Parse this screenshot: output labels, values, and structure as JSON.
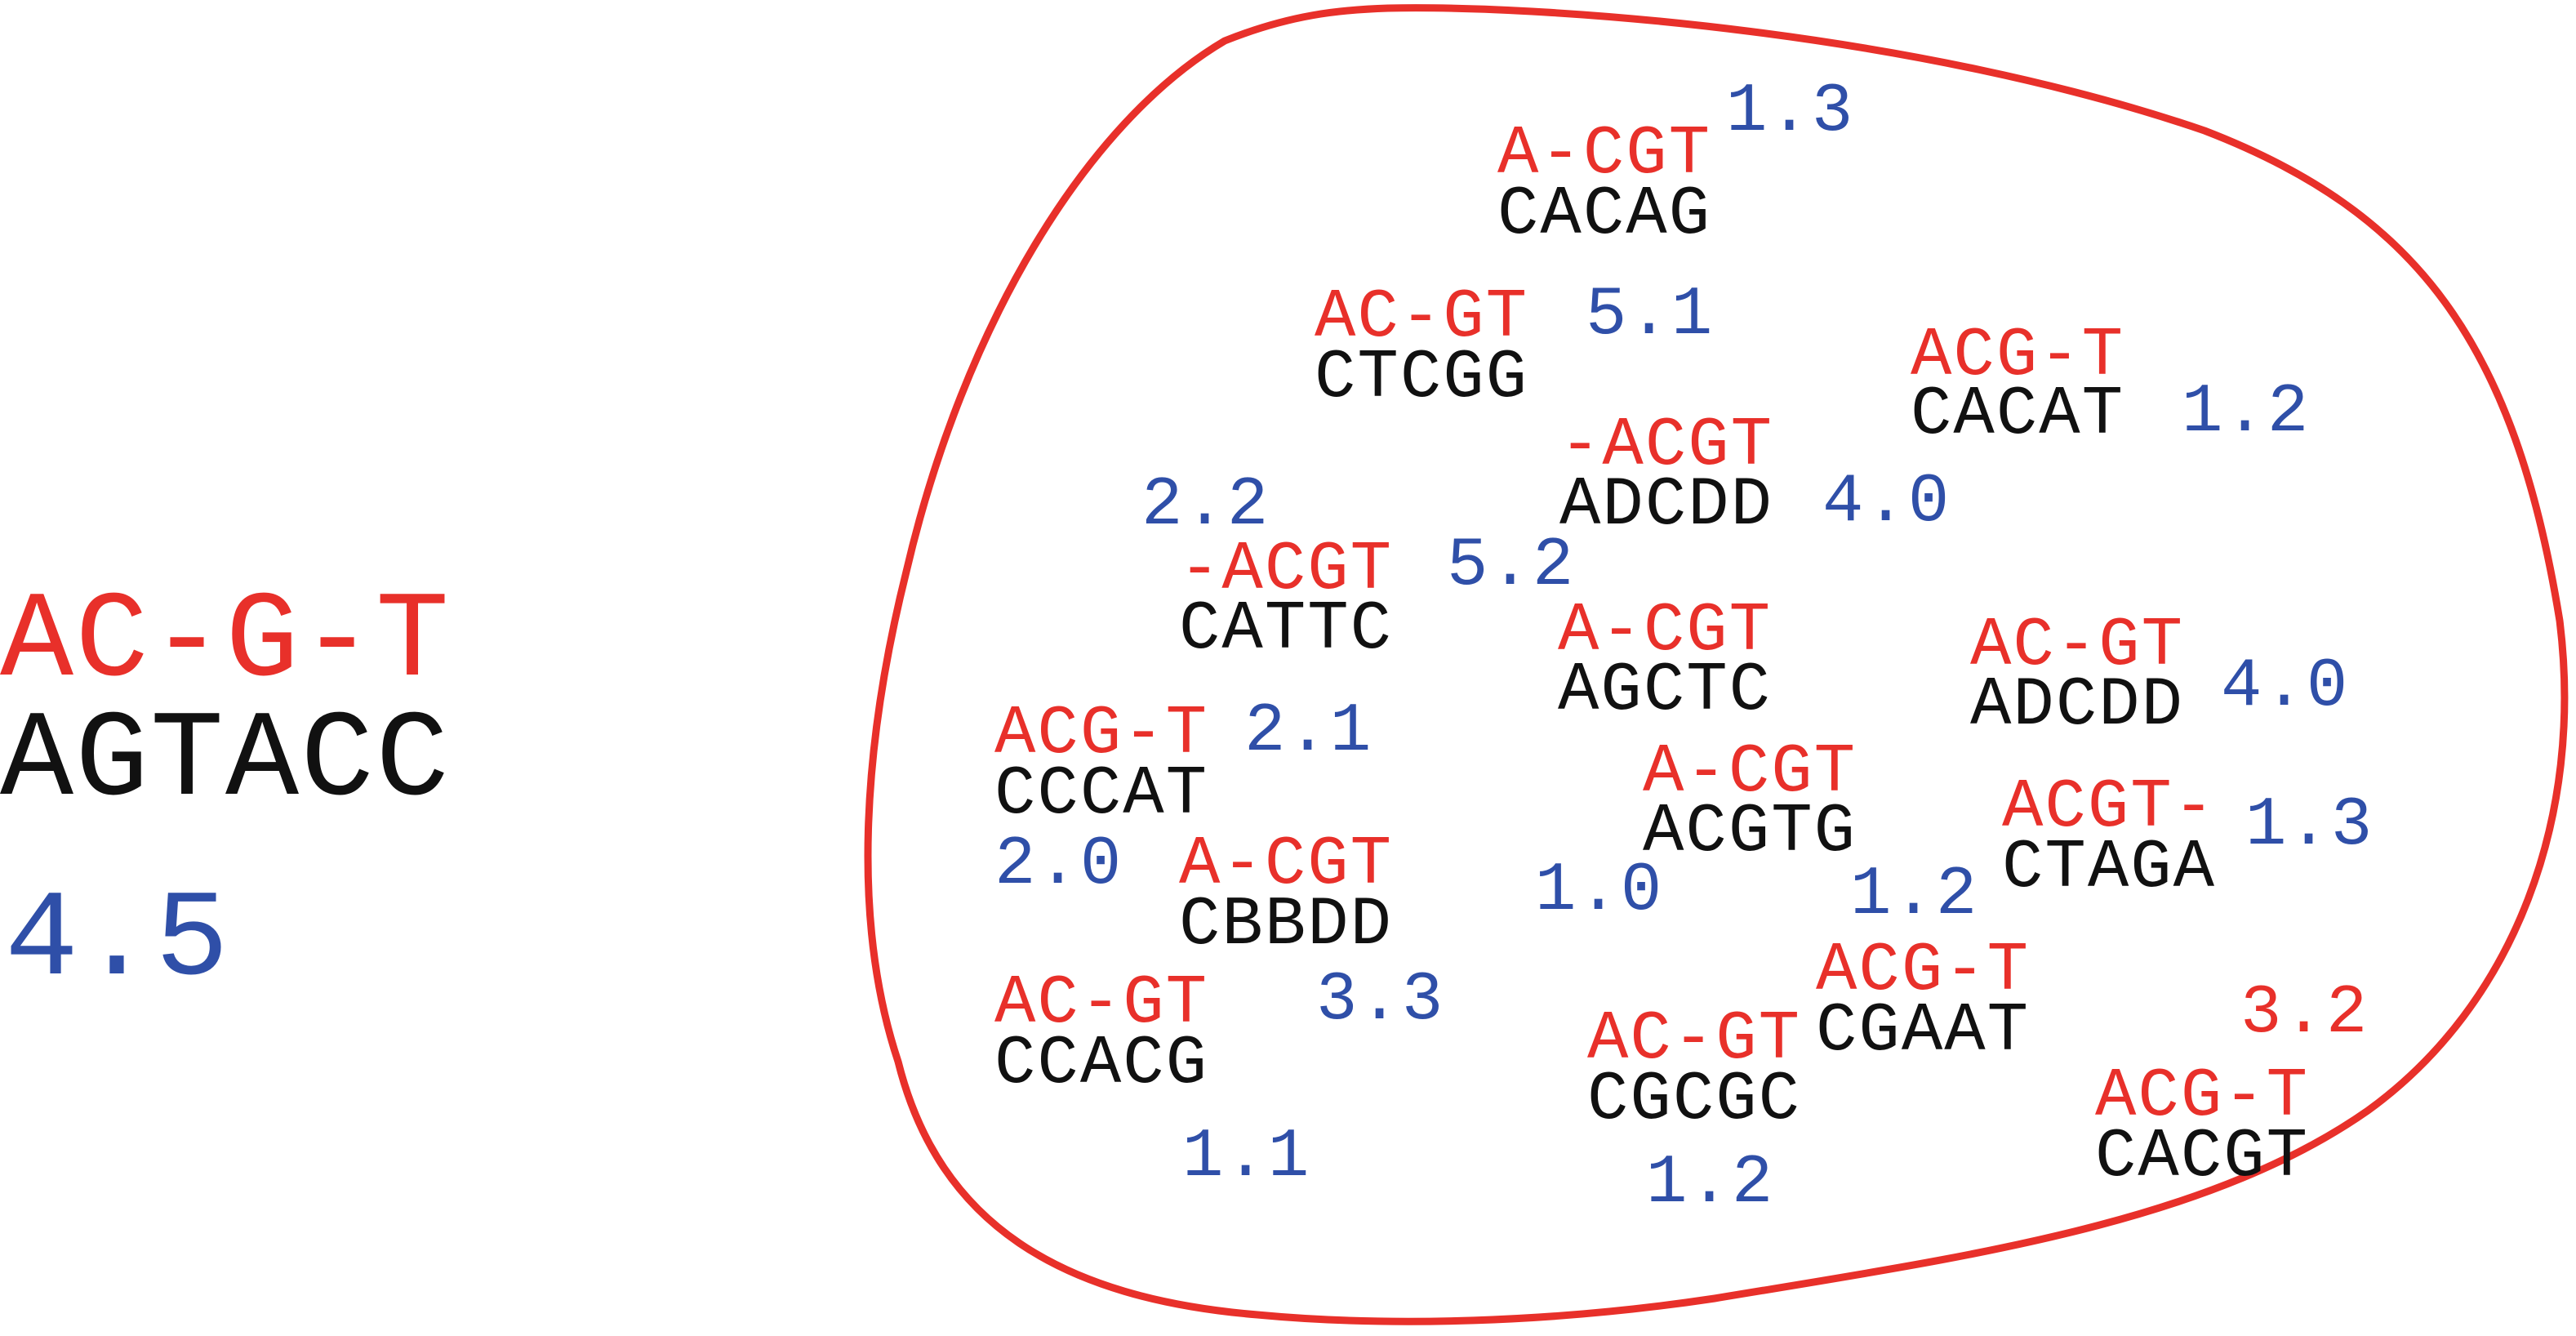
{
  "colors": {
    "gap_seq": "#e8302a",
    "seq": "#111111",
    "score": "#2f4fa8",
    "outline": "#e8302a"
  },
  "query": {
    "top": "AC-G-T",
    "bottom": "AGTACC",
    "score": "4.5"
  },
  "alignments": [
    {
      "top": "A-CGT",
      "bottom": "CACAG"
    },
    {
      "top": "AC-GT",
      "bottom": "CTCGG"
    },
    {
      "top": "ACG-T",
      "bottom": "CACAT"
    },
    {
      "top": "-ACGT",
      "bottom": "ADCDD"
    },
    {
      "top": "-ACGT",
      "bottom": "CATTC"
    },
    {
      "top": "A-CGT",
      "bottom": "AGCTC"
    },
    {
      "top": "AC-GT",
      "bottom": "ADCDD"
    },
    {
      "top": "ACG-T",
      "bottom": "CCCAT"
    },
    {
      "top": "A-CGT",
      "bottom": "ACGTG"
    },
    {
      "top": "ACGT-",
      "bottom": "CTAGA"
    },
    {
      "top": "A-CGT",
      "bottom": "CBBDD"
    },
    {
      "top": "AC-GT",
      "bottom": "CCACG"
    },
    {
      "top": "ACG-T",
      "bottom": "CGAAT"
    },
    {
      "top": "AC-GT",
      "bottom": "CGCGC"
    },
    {
      "top": "ACG-T",
      "bottom": "CACGT"
    }
  ],
  "scores": [
    {
      "value": "1.3",
      "color": "#2f4fa8"
    },
    {
      "value": "5.1",
      "color": "#2f4fa8"
    },
    {
      "value": "1.2",
      "color": "#2f4fa8"
    },
    {
      "value": "2.2",
      "color": "#2f4fa8"
    },
    {
      "value": "4.0",
      "color": "#2f4fa8"
    },
    {
      "value": "5.2",
      "color": "#2f4fa8"
    },
    {
      "value": "4.0",
      "color": "#2f4fa8"
    },
    {
      "value": "2.1",
      "color": "#2f4fa8"
    },
    {
      "value": "1.3",
      "color": "#2f4fa8"
    },
    {
      "value": "2.0",
      "color": "#2f4fa8"
    },
    {
      "value": "1.0",
      "color": "#2f4fa8"
    },
    {
      "value": "1.2",
      "color": "#2f4fa8"
    },
    {
      "value": "3.3",
      "color": "#2f4fa8"
    },
    {
      "value": "3.2",
      "color": "#e8302a"
    },
    {
      "value": "1.1",
      "color": "#2f4fa8"
    },
    {
      "value": "1.2",
      "color": "#2f4fa8"
    }
  ]
}
